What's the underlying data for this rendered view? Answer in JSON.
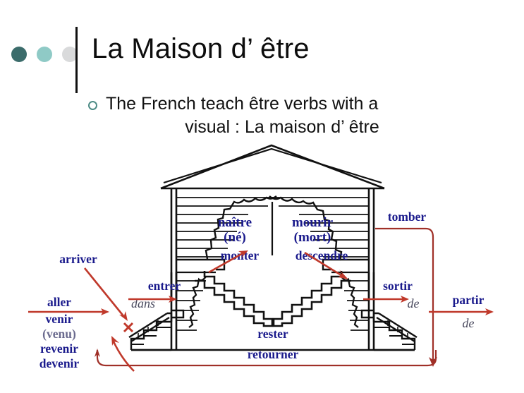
{
  "slide": {
    "title": "La Maison d’ être",
    "subtitle_line1": "The French teach être verbs with a",
    "subtitle_line2": "visual : La maison d’ être",
    "dots": [
      {
        "name": "dot-dark-teal",
        "color": "#3b6c6b"
      },
      {
        "name": "dot-light-teal",
        "color": "#8fcac6"
      },
      {
        "name": "dot-gray",
        "color": "#d9dadb"
      }
    ],
    "accent_rule_color": "#101010",
    "bullet_color": "#4e8c86"
  },
  "diagram": {
    "name": "maison-detre-house-diagram",
    "colors": {
      "verb": "#1a1a8c",
      "verb_muted": "#6a6a8e",
      "preposition": "#4a4a5e",
      "arrow": "#c0392b",
      "outline": "#111111"
    },
    "verbs": {
      "naitre": "naître",
      "naitre_pp": "(né)",
      "mourir": "mourir",
      "mourir_pp": "(mort)",
      "monter": "monter",
      "descendre": "descendre",
      "tomber": "tomber",
      "arriver": "arriver",
      "entrer": "entrer",
      "entrer_prep": "dans",
      "aller": "aller",
      "venir": "venir",
      "venir_pp": "(venu)",
      "revenir": "revenir",
      "devenir": "devenir",
      "sortir": "sortir",
      "sortir_prep": "de",
      "partir": "partir",
      "partir_prep": "de",
      "rester": "rester",
      "retourner": "retourner"
    }
  }
}
